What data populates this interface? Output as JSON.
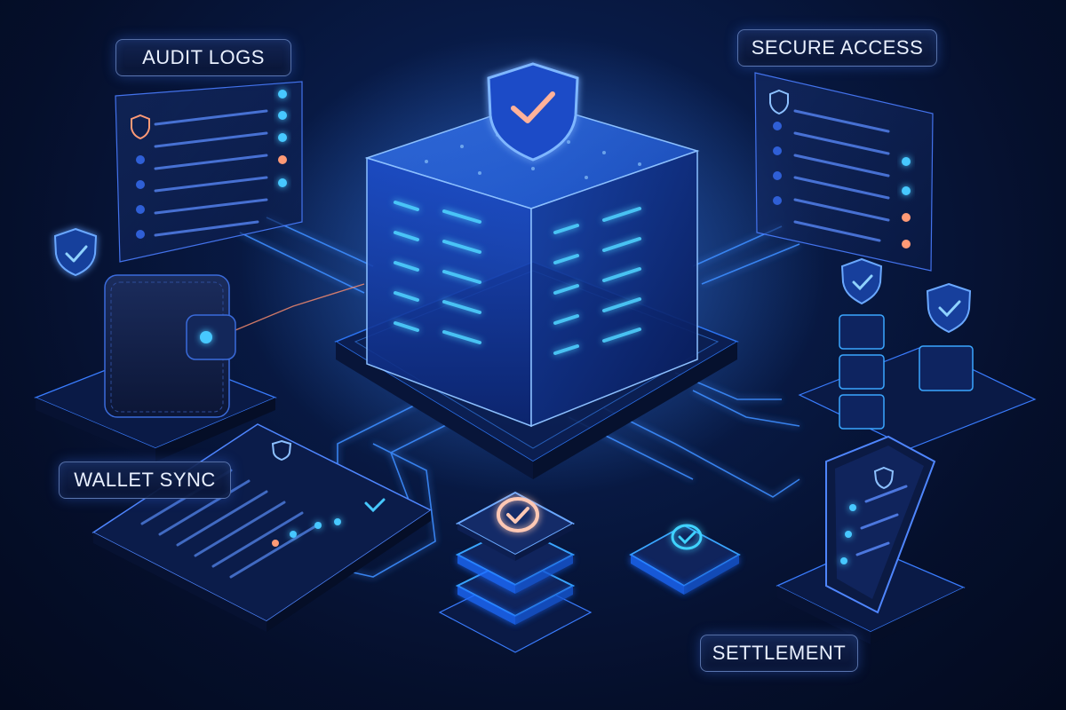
{
  "labels": {
    "audit_logs": "AUDIT LOGS",
    "secure_access": "SECURE ACCESS",
    "wallet_sync": "WALLET SYNC",
    "settlement": "SETTLEMENT"
  },
  "colors": {
    "background": "#050f2b",
    "glow_blue": "#2f8bff",
    "cyan": "#3fd3ff",
    "accent_orange": "#ff9a76",
    "panel": "#0b1b45",
    "label_text": "#e9f0ff"
  },
  "icons": {
    "vault_shield": "shield-check-icon",
    "audit_shield": "shield-check-icon",
    "wallet_shield": "shield-check-icon",
    "check_circle": "check-circle-icon"
  }
}
